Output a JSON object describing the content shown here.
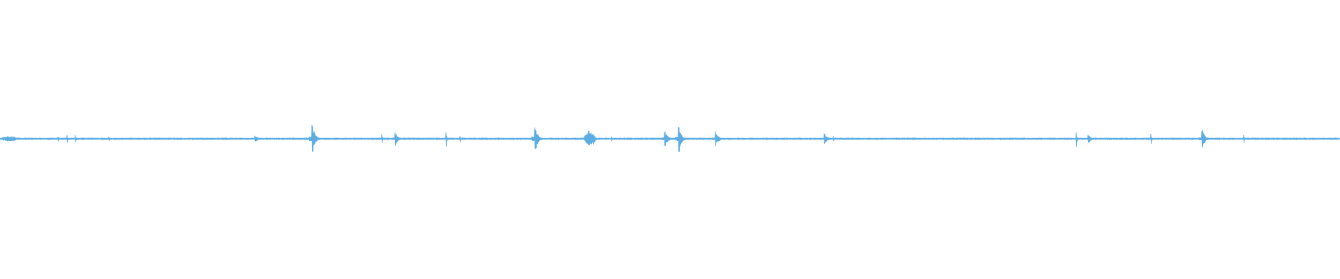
{
  "waveform": {
    "color": "#5dade2",
    "background": "#ffffff",
    "duration_fraction_markers": "none",
    "bursts": [
      {
        "pos": 0.002,
        "amp": 0.02,
        "kind": "dense"
      },
      {
        "pos": 0.005,
        "amp": 0.02,
        "kind": "dense"
      },
      {
        "pos": 0.043,
        "amp": 0.015,
        "kind": "spike"
      },
      {
        "pos": 0.05,
        "amp": 0.025,
        "kind": "spike"
      },
      {
        "pos": 0.056,
        "amp": 0.03,
        "kind": "spike"
      },
      {
        "pos": 0.081,
        "amp": 0.012,
        "kind": "spike"
      },
      {
        "pos": 0.19,
        "amp": 0.035,
        "kind": "decay"
      },
      {
        "pos": 0.233,
        "amp": 0.14,
        "kind": "decay"
      },
      {
        "pos": 0.285,
        "amp": 0.04,
        "kind": "spike"
      },
      {
        "pos": 0.295,
        "amp": 0.065,
        "kind": "decay"
      },
      {
        "pos": 0.333,
        "amp": 0.06,
        "kind": "spike"
      },
      {
        "pos": 0.343,
        "amp": 0.02,
        "kind": "spike"
      },
      {
        "pos": 0.372,
        "amp": 0.01,
        "kind": "spike"
      },
      {
        "pos": 0.399,
        "amp": 0.14,
        "kind": "decay"
      },
      {
        "pos": 0.437,
        "amp": 0.06,
        "kind": "dense"
      },
      {
        "pos": 0.456,
        "amp": 0.02,
        "kind": "spike"
      },
      {
        "pos": 0.496,
        "amp": 0.08,
        "kind": "decay"
      },
      {
        "pos": 0.506,
        "amp": 0.13,
        "kind": "decay"
      },
      {
        "pos": 0.534,
        "amp": 0.07,
        "kind": "decay"
      },
      {
        "pos": 0.615,
        "amp": 0.05,
        "kind": "decay"
      },
      {
        "pos": 0.622,
        "amp": 0.02,
        "kind": "spike"
      },
      {
        "pos": 0.803,
        "amp": 0.06,
        "kind": "spike"
      },
      {
        "pos": 0.812,
        "amp": 0.035,
        "kind": "decay"
      },
      {
        "pos": 0.859,
        "amp": 0.04,
        "kind": "spike"
      },
      {
        "pos": 0.897,
        "amp": 0.09,
        "kind": "decay"
      },
      {
        "pos": 0.928,
        "amp": 0.035,
        "kind": "spike"
      },
      {
        "pos": 0.98,
        "amp": 0.01,
        "kind": "spike"
      }
    ]
  }
}
